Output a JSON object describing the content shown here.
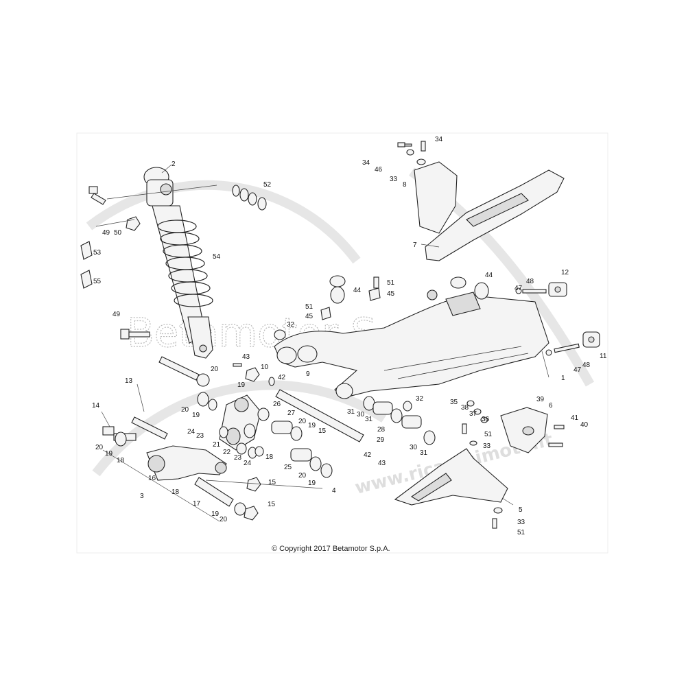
{
  "watermark": {
    "text": "Betamotor S.p.A."
  },
  "site_watermark": "www.ricambimoto.it",
  "copyright": "© Copyright 2017 Betamotor S.p.A.",
  "callouts": [
    "1",
    "2",
    "3",
    "4",
    "5",
    "6",
    "7",
    "8",
    "9",
    "10",
    "11",
    "12",
    "13",
    "14",
    "15",
    "15",
    "15",
    "16",
    "17",
    "18",
    "18",
    "18",
    "19",
    "19",
    "19",
    "19",
    "19",
    "19",
    "20",
    "20",
    "20",
    "20",
    "20",
    "20",
    "21",
    "22",
    "23",
    "23",
    "24",
    "24",
    "25",
    "26",
    "27",
    "28",
    "29",
    "30",
    "30",
    "31",
    "31",
    "31",
    "32",
    "32",
    "33",
    "33",
    "33",
    "34",
    "34",
    "35",
    "36",
    "37",
    "38",
    "39",
    "40",
    "41",
    "42",
    "42",
    "43",
    "43",
    "44",
    "44",
    "45",
    "45",
    "46",
    "47",
    "47",
    "48",
    "48",
    "49",
    "49",
    "50",
    "51",
    "51",
    "51",
    "51",
    "52",
    "53",
    "54",
    "55"
  ]
}
